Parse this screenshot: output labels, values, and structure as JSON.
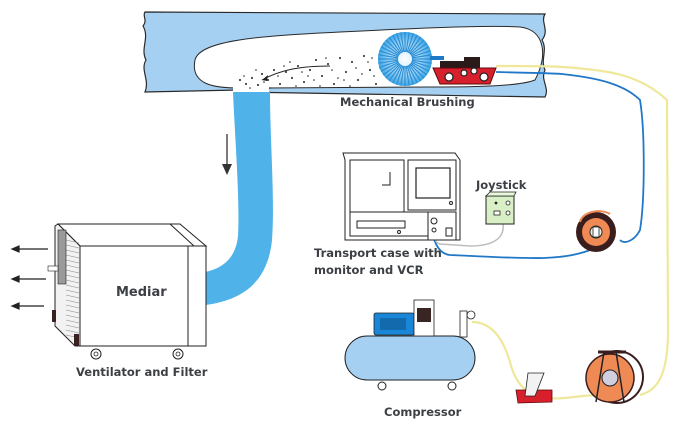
{
  "diagram": {
    "title": "Duct cleaning system overview",
    "labels": {
      "mechanical_brushing": "Mechanical Brushing",
      "joystick": "Joystick",
      "transport_case_line1": "Transport case with",
      "transport_case_line2": "monitor and VCR",
      "mediar": "Mediar",
      "ventilator_filter": "Ventilator and Filter",
      "compressor": "Compressor"
    },
    "components": [
      {
        "id": "duct",
        "name": "Air duct"
      },
      {
        "id": "brush",
        "name": "Rotating brush"
      },
      {
        "id": "robot",
        "name": "Crawler robot"
      },
      {
        "id": "suction-hose",
        "name": "Suction hose"
      },
      {
        "id": "ventilator",
        "name": "Ventilator and Filter unit (Mediar)"
      },
      {
        "id": "transport-case",
        "name": "Transport case with monitor and VCR"
      },
      {
        "id": "joystick",
        "name": "Joystick"
      },
      {
        "id": "cable-reel",
        "name": "Cable reel"
      },
      {
        "id": "air-hose-reel",
        "name": "Air hose reel"
      },
      {
        "id": "compressor",
        "name": "Compressor"
      },
      {
        "id": "foot-pedal",
        "name": "Foot pedal valve"
      }
    ],
    "colors": {
      "duct_blue": "#a6d0f2",
      "hose_blue": "#4fb3ea",
      "cable_blue": "#1f78c8",
      "air_line_yellow": "#efe89a",
      "robot_red": "#d8202c",
      "reel_orange": "#f08a55",
      "compressor_blue": "#a6d0f2",
      "motor_blue": "#1a86d8",
      "joystick_green": "#d9f0c6",
      "pedal_red": "#d8202c"
    }
  }
}
